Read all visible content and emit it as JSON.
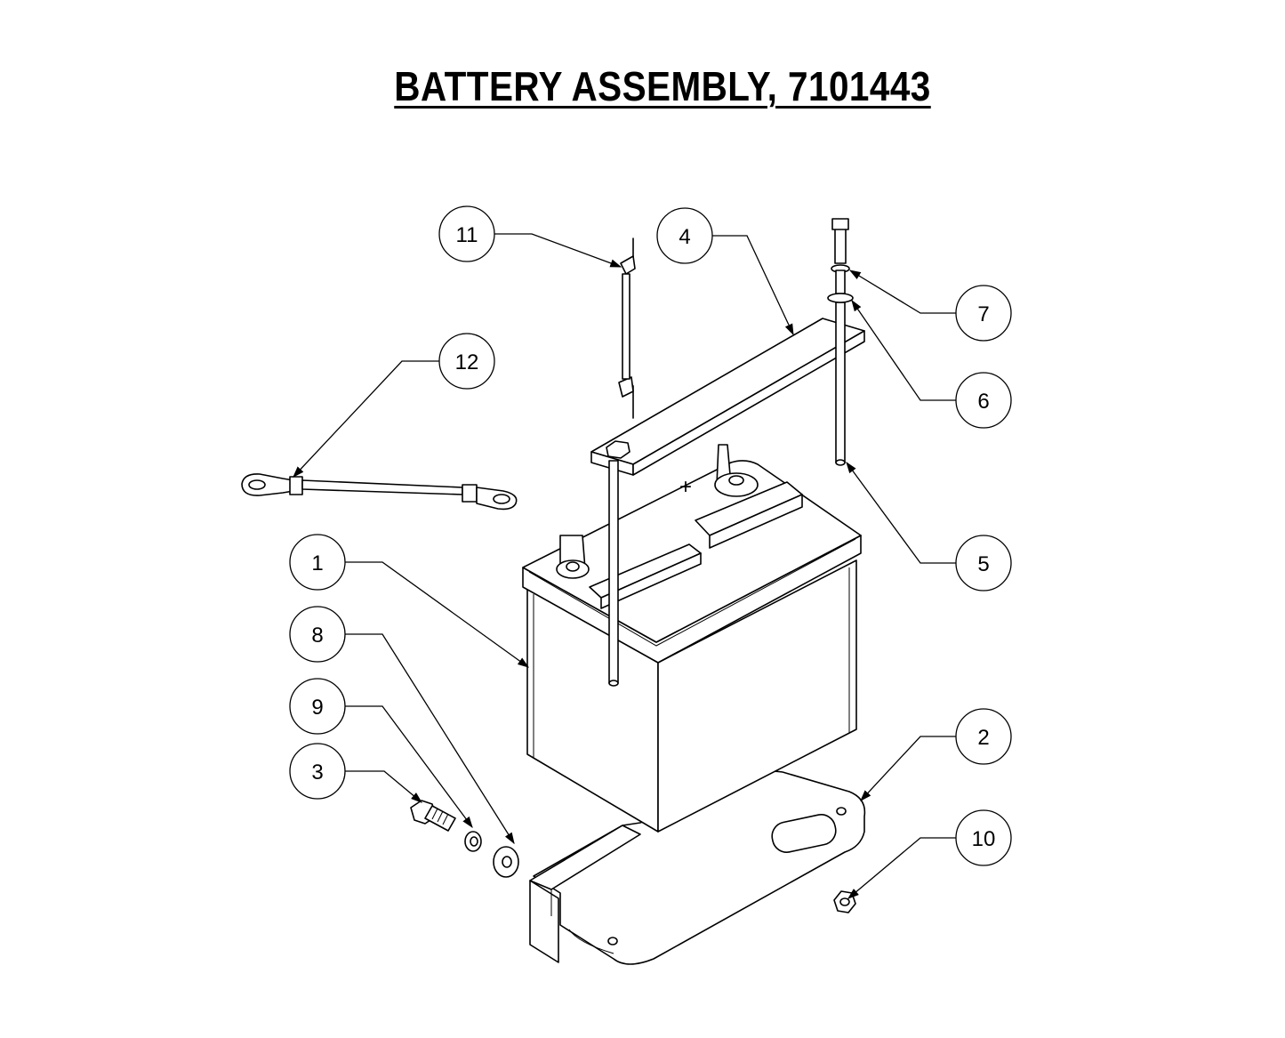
{
  "title": "BATTERY ASSEMBLY, 7101443",
  "callouts": [
    "1",
    "2",
    "3",
    "4",
    "5",
    "6",
    "7",
    "8",
    "9",
    "10",
    "11",
    "12"
  ],
  "battery_marking": "+"
}
